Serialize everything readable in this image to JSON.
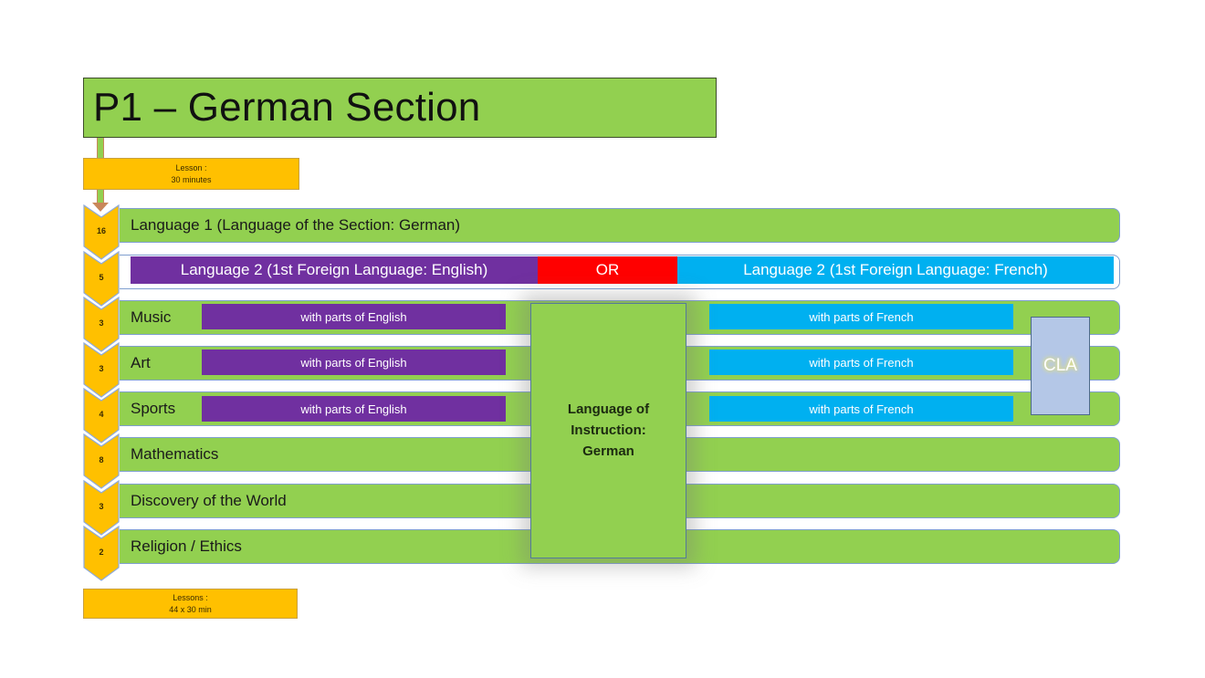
{
  "title": "P1 – German Section",
  "lesson_duration": {
    "label": "Lesson :",
    "value": "30 minutes"
  },
  "total_lessons": {
    "label": "Lessons :",
    "value": "44 x 30 min"
  },
  "colors": {
    "green": "#92d050",
    "orange": "#ffc000",
    "purple": "#7030a0",
    "blue": "#00b0f0",
    "red": "#ff0000",
    "cla": "#b4c7e7"
  },
  "subjects": [
    {
      "name": "Language 1 (Language of the Section: German)",
      "lessons": "16"
    },
    {
      "name": "",
      "lessons": "5"
    },
    {
      "name": "Music",
      "lessons": "3"
    },
    {
      "name": "Art",
      "lessons": "3"
    },
    {
      "name": "Sports",
      "lessons": "4"
    },
    {
      "name": "Mathematics",
      "lessons": "8"
    },
    {
      "name": "Discovery of the World",
      "lessons": "3"
    },
    {
      "name": "Religion / Ethics",
      "lessons": "2"
    }
  ],
  "language2": {
    "english": "Language 2 (1st Foreign Language: English)",
    "or": "OR",
    "french": "Language 2 (1st Foreign Language: French)"
  },
  "parts": {
    "english": "with parts of English",
    "french": "with parts of French"
  },
  "instruction": {
    "line1": "Language of",
    "line2": "Instruction:",
    "line3": "German"
  },
  "cla": "CLA"
}
